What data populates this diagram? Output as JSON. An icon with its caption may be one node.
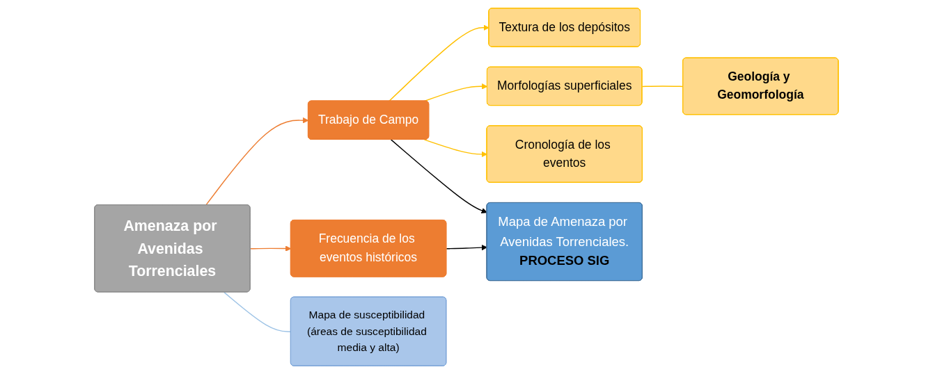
{
  "diagram": {
    "nodes": [
      {
        "text": [
          "Amenaza por Avenidas Torrenciales"
        ]
      },
      {
        "text": [
          "Mapa de susceptibilidad (áreas de susceptibilidad media y alta)"
        ]
      },
      {
        "text": [
          "Trabajo de Campo"
        ]
      },
      {
        "text": [
          "Frecuencia de los eventos históricos"
        ]
      },
      {
        "text": [
          "Textura de los depósitos"
        ]
      },
      {
        "text": [
          "Morfologías superficiales"
        ]
      },
      {
        "text": [
          "Cronología de los eventos"
        ]
      },
      {
        "text": [
          "Geología y Geomorfología"
        ]
      },
      {
        "text": [
          "Mapa de Amenaza por Avenidas Torrenciales.",
          "PROCESO SIG"
        ]
      }
    ],
    "edges": [
      {
        "from": 0,
        "to": 1,
        "arrow": "none",
        "color": "#9dc3e6"
      },
      {
        "from": 0,
        "to": 2,
        "arrow": "to",
        "color": "#ed7d31"
      },
      {
        "from": 0,
        "to": 3,
        "arrow": "to",
        "color": "#ed7d31"
      },
      {
        "from": 2,
        "to": 4,
        "arrow": "to",
        "color": "#ffc000"
      },
      {
        "from": 2,
        "to": 5,
        "arrow": "to",
        "color": "#ffc000"
      },
      {
        "from": 2,
        "to": 6,
        "arrow": "to",
        "color": "#ffc000"
      },
      {
        "from": 5,
        "to": 7,
        "arrow": "none",
        "color": "#ffc000"
      },
      {
        "from": 2,
        "to": 8,
        "arrow": "to",
        "color": "#000000"
      },
      {
        "from": 3,
        "to": 8,
        "arrow": "to",
        "color": "#000000"
      }
    ]
  }
}
